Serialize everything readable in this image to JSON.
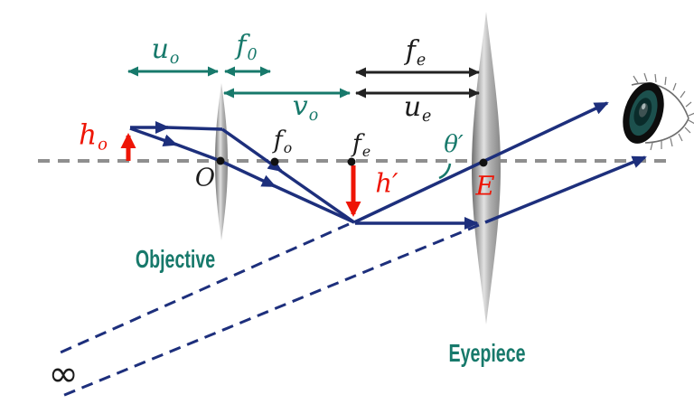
{
  "diagram_type": "compound-microscope-ray-diagram",
  "colors": {
    "teal_accent": "#17796b",
    "navy_ray": "#1d2f7c",
    "red_accent": "#ee1506",
    "axis_gray": "#8f8f8f",
    "lens_gray": "#9a9a9a",
    "text_black": "#1c1c1c"
  },
  "labels": {
    "u_o": {
      "base": "u",
      "sub": "o"
    },
    "f_0_top": {
      "base": "f",
      "sub": "0"
    },
    "v_o": {
      "base": "v",
      "sub": "o"
    },
    "f_e_top": {
      "base": "f",
      "sub": "e"
    },
    "u_e": {
      "base": "u",
      "sub": "e"
    },
    "h_o": {
      "base": "h",
      "sub": "o"
    },
    "f_o_axis": {
      "base": "f",
      "sub": "o"
    },
    "f_e_axis": {
      "base": "f",
      "sub": "e"
    },
    "h_prime": "h′",
    "theta_prime": "θ′",
    "objective_center": "O",
    "eyepiece_center": "E",
    "objective_name": "Objective",
    "eyepiece_name": "Eyepiece",
    "infinity": "∞"
  }
}
